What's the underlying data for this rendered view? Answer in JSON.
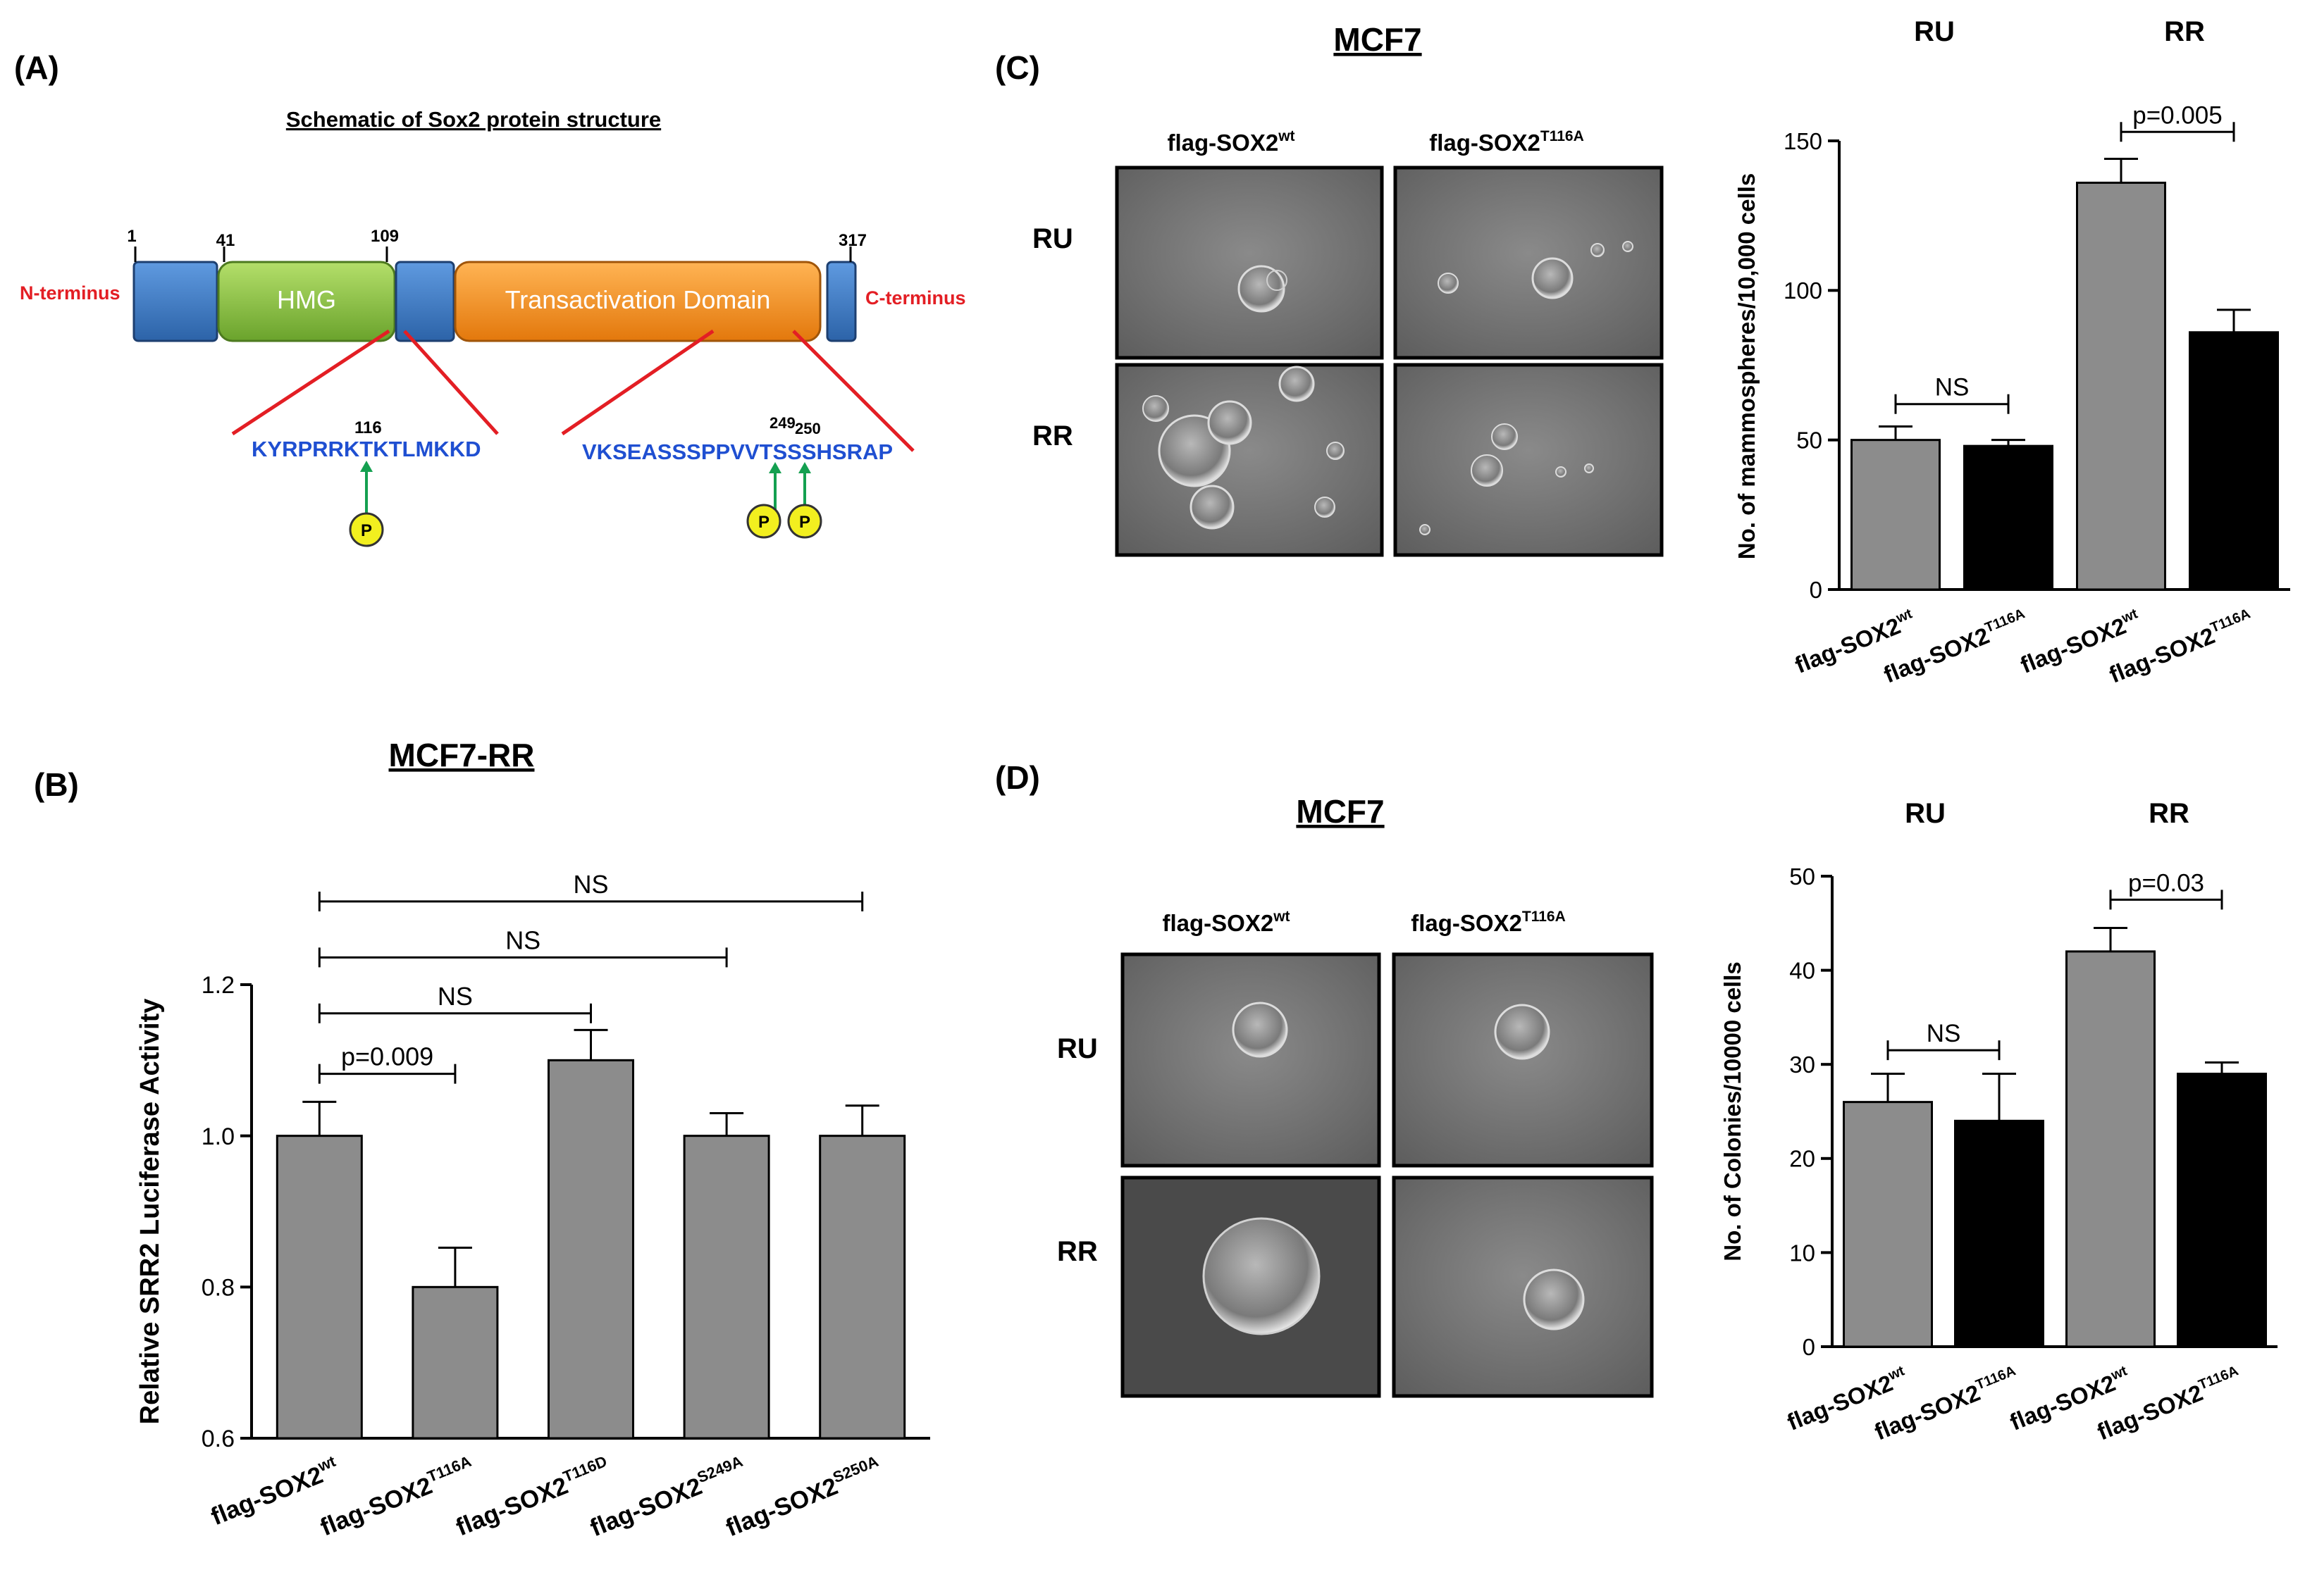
{
  "panels": {
    "a": {
      "label": "(A)",
      "title": "Schematic of Sox2 protein structure",
      "n_term": "N-terminus",
      "c_term": "C-terminus",
      "positions": [
        "1",
        "41",
        "109",
        "317"
      ],
      "hmg": "HMG",
      "tad": "Transactivation Domain",
      "seq1": "KYRPRRKTKTLMKKD",
      "seq1_site": "116",
      "seq2": "VKSEASSSPPVVTSSSHSRAP",
      "seq2_site_a": "249",
      "seq2_site_b": "250",
      "phospho": "P"
    },
    "b": {
      "label": "(B)",
      "title": "MCF7-RR"
    },
    "c": {
      "label": "(C)",
      "title": "MCF7",
      "col_wt": "flag-SOX2",
      "col_wt_sup": "wt",
      "col_mut": "flag-SOX2",
      "col_mut_sup": "T116A",
      "row1": "RU",
      "row2": "RR",
      "group1": "RU",
      "group2": "RR"
    },
    "d": {
      "label": "(D)",
      "title": "MCF7",
      "col_wt": "flag-SOX2",
      "col_wt_sup": "wt",
      "col_mut": "flag-SOX2",
      "col_mut_sup": "T116A",
      "row1": "RU",
      "row2": "RR",
      "group1": "RU",
      "group2": "RR"
    }
  },
  "colors": {
    "blue_domain": "#3f7fc9",
    "hmg": "#8dc63f",
    "tad": "#f7941d",
    "term_label": "#e31e24",
    "sequence": "#1f4fd1",
    "phospho_fill": "#f2ef1f",
    "arrow": "#14a050",
    "bar_grey": "#8c8c8c",
    "bar_black": "#000000",
    "photo_bg": "#6e6e6e"
  },
  "chart_data": [
    {
      "id": "B",
      "type": "bar",
      "ylabel": "Relative SRR2 Luciferase Activity",
      "ylim": [
        0.6,
        1.2
      ],
      "yticks": [
        "0.6",
        "0.8",
        "1.0",
        "1.2"
      ],
      "categories": [
        {
          "base": "flag-SOX2",
          "sup": "wt"
        },
        {
          "base": "flag-SOX2",
          "sup": "T116A"
        },
        {
          "base": "flag-SOX2",
          "sup": "T116D"
        },
        {
          "base": "flag-SOX2",
          "sup": "S249A"
        },
        {
          "base": "flag-SOX2",
          "sup": "S250A"
        }
      ],
      "values": [
        1.0,
        0.8,
        1.1,
        1.0,
        1.0
      ],
      "errors": [
        0.045,
        0.052,
        0.04,
        0.03,
        0.04
      ],
      "bar_colors": [
        "grey",
        "grey",
        "grey",
        "grey",
        "grey"
      ],
      "annotations": [
        {
          "from": 0,
          "to": 1,
          "label": "p=0.009",
          "y": 1.082
        },
        {
          "from": 0,
          "to": 2,
          "label": "NS",
          "y": 1.162
        },
        {
          "from": 0,
          "to": 3,
          "label": "NS",
          "y": 1.236
        },
        {
          "from": 0,
          "to": 4,
          "label": "NS",
          "y": 1.31
        }
      ]
    },
    {
      "id": "C",
      "type": "bar",
      "ylabel": "No. of mammospheres/10,000 cells",
      "ylim": [
        0,
        150
      ],
      "yticks": [
        "0",
        "50",
        "100",
        "150"
      ],
      "categories": [
        {
          "base": "flag-SOX2",
          "sup": "wt"
        },
        {
          "base": "flag-SOX2",
          "sup": "T116A"
        },
        {
          "base": "flag-SOX2",
          "sup": "wt"
        },
        {
          "base": "flag-SOX2",
          "sup": "T116A"
        }
      ],
      "values": [
        50,
        48,
        136,
        86
      ],
      "errors": [
        4.5,
        2.0,
        8.0,
        7.5
      ],
      "bar_colors": [
        "grey",
        "black",
        "grey",
        "black"
      ],
      "groups": [
        "RU",
        "RR"
      ],
      "annotations": [
        {
          "from": 0,
          "to": 1,
          "label": "NS",
          "y": 62
        },
        {
          "from": 2,
          "to": 3,
          "label": "p=0.005",
          "y": 153
        }
      ]
    },
    {
      "id": "D",
      "type": "bar",
      "ylabel": "No. of Colonies/10000 cells",
      "ylim": [
        0,
        50
      ],
      "yticks": [
        "0",
        "10",
        "20",
        "30",
        "40",
        "50"
      ],
      "categories": [
        {
          "base": "flag-SOX2",
          "sup": "wt"
        },
        {
          "base": "flag-SOX2",
          "sup": "T116A"
        },
        {
          "base": "flag-SOX2",
          "sup": "wt"
        },
        {
          "base": "flag-SOX2",
          "sup": "T116A"
        }
      ],
      "values": [
        26,
        24,
        42,
        29
      ],
      "errors": [
        3.0,
        5.0,
        2.5,
        1.2
      ],
      "bar_colors": [
        "grey",
        "black",
        "grey",
        "black"
      ],
      "groups": [
        "RU",
        "RR"
      ],
      "annotations": [
        {
          "from": 0,
          "to": 1,
          "label": "NS",
          "y": 31.5
        },
        {
          "from": 2,
          "to": 3,
          "label": "p=0.03",
          "y": 47.5
        }
      ]
    }
  ]
}
